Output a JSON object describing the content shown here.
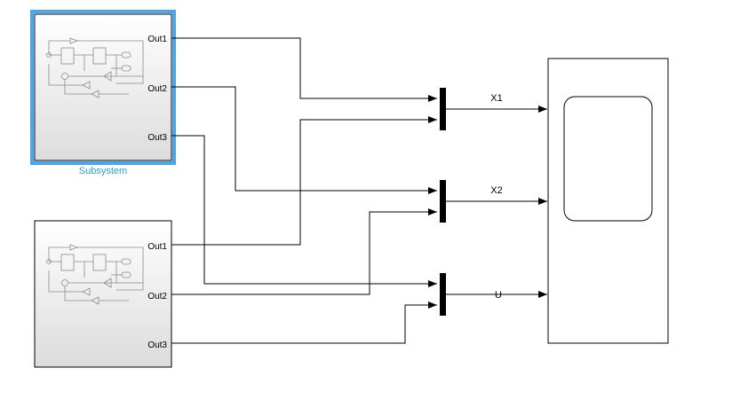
{
  "subsystems": [
    {
      "name": "Subsystem",
      "ports": [
        "Out1",
        "Out2",
        "Out3"
      ],
      "selected": true
    },
    {
      "name": "",
      "ports": [
        "Out1",
        "Out2",
        "Out3"
      ],
      "selected": false
    }
  ],
  "muxes": [
    {
      "signal_label": "X1"
    },
    {
      "signal_label": "X2"
    },
    {
      "signal_label": "U"
    }
  ],
  "scope": {
    "name": ""
  },
  "colors": {
    "selection": "#4aa6e8",
    "name_text": "#2a9fd6",
    "wire": "#000000",
    "block_border": "#000000"
  }
}
